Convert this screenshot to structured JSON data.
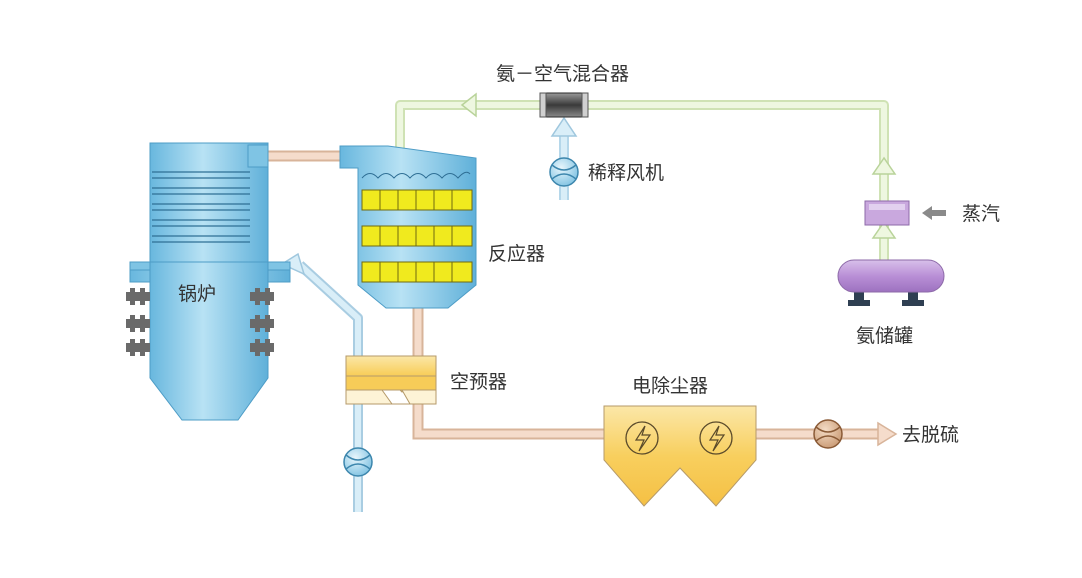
{
  "labels": {
    "boiler": "锅炉",
    "reactor": "反应器",
    "air_preheater": "空预器",
    "esp": "电除尘器",
    "to_desulfurization": "去脱硫",
    "ammonia_air_mixer": "氨－空气混合器",
    "dilution_fan": "稀释风机",
    "steam": "蒸汽",
    "ammonia_tank": "氨储罐"
  },
  "colors": {
    "equipment_blue": "#7fc4e4",
    "flue_duct": "#f2d6c2",
    "ammonia_line": "#e6f2d2",
    "air_line": "#cfe6f3",
    "catalyst": "#f0ea1e",
    "esp_body": "#f8d071",
    "tank": "#c9a8de",
    "steam_arrow": "#8a8a8a"
  },
  "icons": [
    "fan-icon",
    "lightning-icon"
  ]
}
